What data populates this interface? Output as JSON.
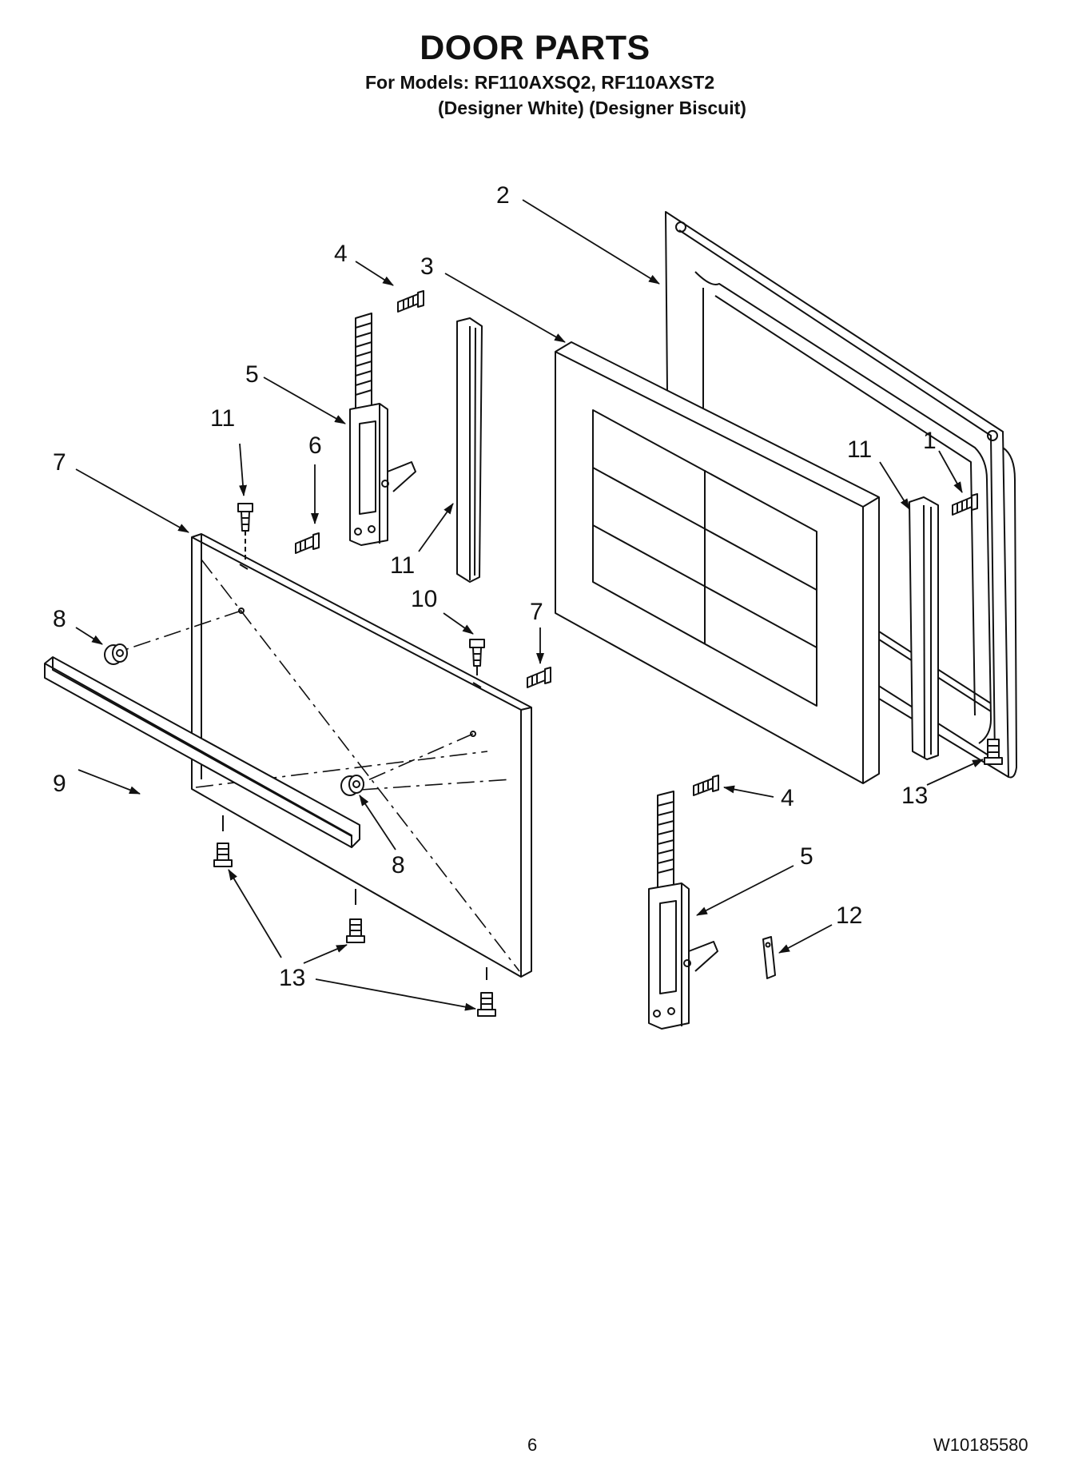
{
  "header": {
    "title": "DOOR PARTS",
    "models": "For Models: RF110AXSQ2, RF110AXST2",
    "colors": "(Designer White) (Designer Biscuit)"
  },
  "callouts": {
    "c1": "1",
    "c2": "2",
    "c3": "3",
    "c4a": "4",
    "c4b": "4",
    "c5a": "5",
    "c5b": "5",
    "c6": "6",
    "c7a": "7",
    "c7b": "7",
    "c8a": "8",
    "c8b": "8",
    "c9": "9",
    "c10": "10",
    "c11a": "11",
    "c11b": "11",
    "c11c": "11",
    "c12": "12",
    "c13a": "13",
    "c13b": "13"
  },
  "footer": {
    "page_number": "6",
    "document_number": "W10185580"
  },
  "colors": {
    "ink": "#111111",
    "background": "#ffffff"
  }
}
